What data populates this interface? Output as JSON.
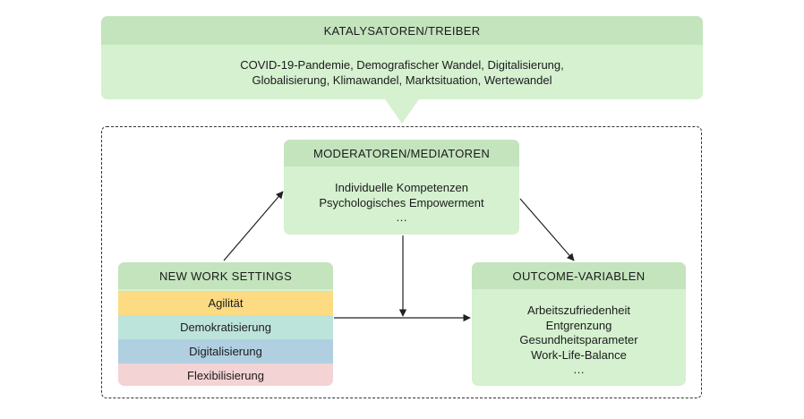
{
  "drivers": {
    "title": "KATALYSATOREN/TREIBER",
    "lines": [
      "COVID-19-Pandemie, Demografischer Wandel, Digitalisierung,",
      "Globalisierung, Klimawandel, Marktsituation, Wertewandel"
    ]
  },
  "moderators": {
    "title": "MODERATOREN/MEDIATOREN",
    "lines": [
      "Individuelle Kompetenzen",
      "Psychologisches Empowerment",
      "…"
    ]
  },
  "new_work": {
    "title": "NEW WORK SETTINGS",
    "items": [
      "Agilität",
      "Demokratisierung",
      "Digitalisierung",
      "Flexibilisierung"
    ],
    "item_colors": [
      "#fcdb82",
      "#bde4da",
      "#b0cfe1",
      "#f4d3d4"
    ]
  },
  "outcomes": {
    "title": "OUTCOME-VARIABLEN",
    "lines": [
      "Arbeitszufriedenheit",
      "Entgrenzung",
      "Gesundheitsparameter",
      "Work-Life-Balance",
      "…"
    ]
  },
  "colors": {
    "box_fill": "#d5f1d0",
    "header_fill": "#c3e4bd",
    "arrow": "#222222"
  }
}
